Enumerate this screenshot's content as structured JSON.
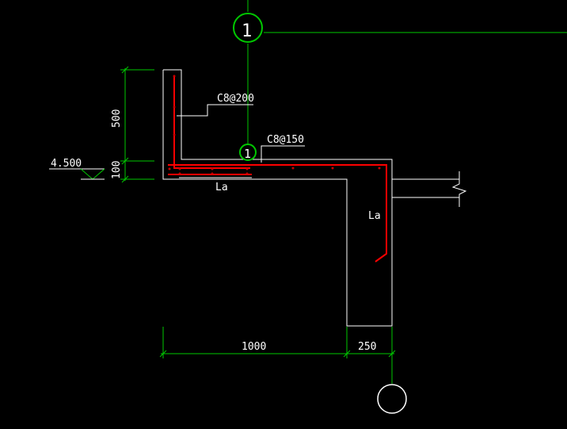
{
  "drawing": {
    "colors": {
      "background": "#000000",
      "outline": "#ffffff",
      "dimension": "#00c800",
      "axis": "#00c800",
      "rebar": "#ff0000",
      "rebar_dot": "#c80000",
      "text": "#ffffff"
    },
    "axis_label_top": "1",
    "axis_label_detail": "1",
    "bottom_axis_label": "",
    "rebar_label_vertical": "C8@200",
    "rebar_label_horizontal": "C8@150",
    "anchorage_label_horizontal": "La",
    "anchorage_label_vertical": "La",
    "elevation_label": "4.500",
    "dim_wall_height": "500",
    "dim_slab_thickness": "100",
    "dim_slab_length": "1000",
    "dim_beam_width": "250"
  }
}
